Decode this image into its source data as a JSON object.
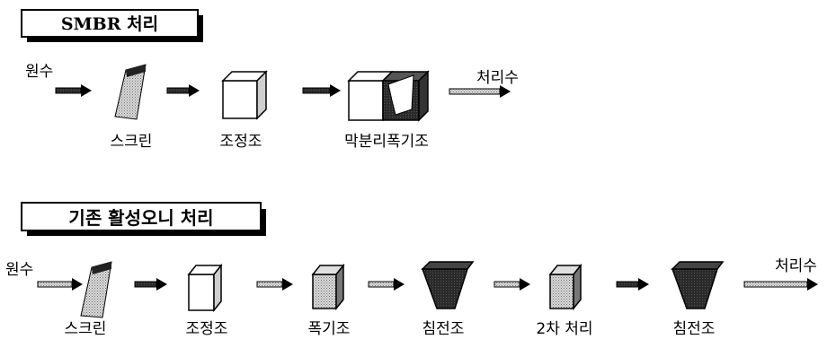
{
  "smbr": {
    "title": "SMBR 처리",
    "inlet": "원수",
    "outlet": "처리수",
    "steps": [
      {
        "label": "스크린",
        "icon": "screen-icon"
      },
      {
        "label": "조정조",
        "icon": "adjustment-tank-icon"
      },
      {
        "label": "막분리폭기조",
        "icon": "membrane-aeration-tank-icon"
      }
    ]
  },
  "conventional": {
    "title": "기존 활성오니 처리",
    "inlet": "원수",
    "outlet": "처리수",
    "steps": [
      {
        "label": "스크린",
        "icon": "screen-icon"
      },
      {
        "label": "조정조",
        "icon": "adjustment-tank-icon"
      },
      {
        "label": "폭기조",
        "icon": "aeration-tank-icon"
      },
      {
        "label": "침전조",
        "icon": "settling-tank-icon"
      },
      {
        "label": "2차 처리",
        "icon": "secondary-treatment-icon"
      },
      {
        "label": "침전조",
        "icon": "settling-tank-icon"
      }
    ]
  }
}
